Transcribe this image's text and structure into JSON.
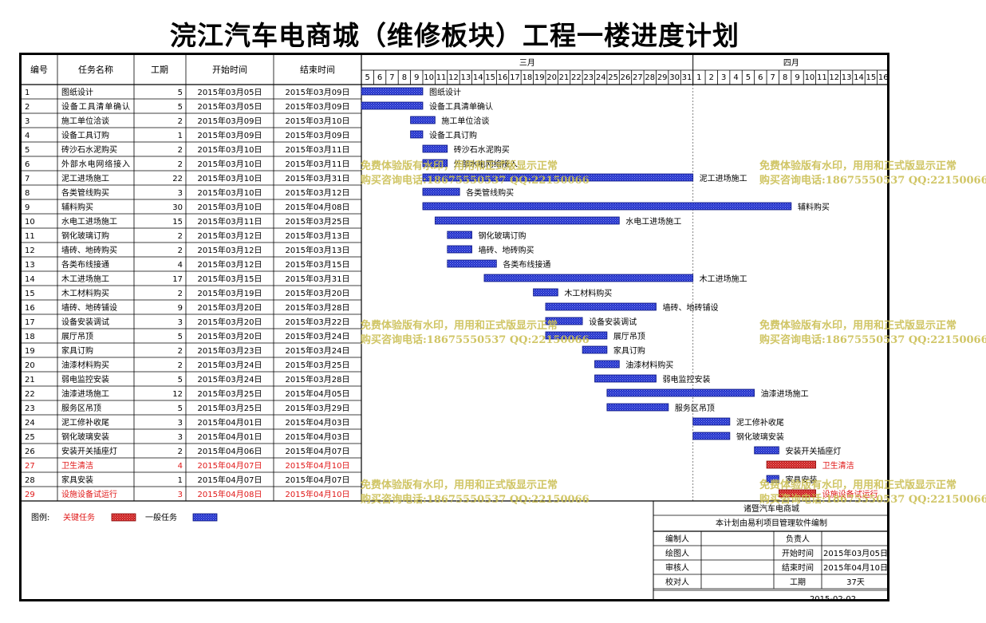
{
  "title": "浣江汽车电商城（维修板块）工程一楼进度计划",
  "chart_data": {
    "type": "gantt",
    "columns": [
      "编号",
      "任务名称",
      "工期",
      "开始时间",
      "结束时间"
    ],
    "months": [
      {
        "label": "三月",
        "days": [
          "5",
          "6",
          "7",
          "8",
          "9",
          "10",
          "11",
          "12",
          "13",
          "14",
          "15",
          "16",
          "17",
          "18",
          "19",
          "20",
          "21",
          "22",
          "23",
          "24",
          "25",
          "26",
          "27",
          "28",
          "29",
          "30",
          "31"
        ]
      },
      {
        "label": "四月",
        "days": [
          "1",
          "2",
          "3",
          "4",
          "5",
          "6",
          "7",
          "8",
          "9",
          "10",
          "11",
          "12",
          "13",
          "14",
          "15",
          "16"
        ]
      }
    ],
    "x_start": "2015-03-05",
    "x_end": "2015-04-16",
    "tasks": [
      {
        "id": "1",
        "name": "图纸设计",
        "duration": "5",
        "start": "2015年03月05日",
        "end": "2015年03月09日",
        "s": "2015-03-05",
        "e": "2015-03-09",
        "critical": false
      },
      {
        "id": "2",
        "name": "设备工具清单确认",
        "duration": "5",
        "start": "2015年03月05日",
        "end": "2015年03月09日",
        "s": "2015-03-05",
        "e": "2015-03-09",
        "critical": false
      },
      {
        "id": "3",
        "name": "施工单位洽谈",
        "duration": "2",
        "start": "2015年03月09日",
        "end": "2015年03月10日",
        "s": "2015-03-09",
        "e": "2015-03-10",
        "critical": false
      },
      {
        "id": "4",
        "name": "设备工具订购",
        "duration": "1",
        "start": "2015年03月09日",
        "end": "2015年03月09日",
        "s": "2015-03-09",
        "e": "2015-03-09",
        "critical": false
      },
      {
        "id": "5",
        "name": "砖沙石水泥购买",
        "duration": "2",
        "start": "2015年03月10日",
        "end": "2015年03月11日",
        "s": "2015-03-10",
        "e": "2015-03-11",
        "critical": false
      },
      {
        "id": "6",
        "name": "外部水电网络接入",
        "duration": "2",
        "start": "2015年03月10日",
        "end": "2015年03月11日",
        "s": "2015-03-10",
        "e": "2015-03-11",
        "critical": false
      },
      {
        "id": "7",
        "name": "泥工进场施工",
        "duration": "22",
        "start": "2015年03月10日",
        "end": "2015年03月31日",
        "s": "2015-03-10",
        "e": "2015-03-31",
        "critical": false
      },
      {
        "id": "8",
        "name": "各类管线购买",
        "duration": "3",
        "start": "2015年03月10日",
        "end": "2015年03月12日",
        "s": "2015-03-10",
        "e": "2015-03-12",
        "critical": false
      },
      {
        "id": "9",
        "name": "辅料购买",
        "duration": "30",
        "start": "2015年03月10日",
        "end": "2015年04月08日",
        "s": "2015-03-10",
        "e": "2015-04-08",
        "critical": false
      },
      {
        "id": "10",
        "name": "水电工进场施工",
        "duration": "15",
        "start": "2015年03月11日",
        "end": "2015年03月25日",
        "s": "2015-03-11",
        "e": "2015-03-25",
        "critical": false
      },
      {
        "id": "11",
        "name": "钢化玻璃订购",
        "duration": "2",
        "start": "2015年03月12日",
        "end": "2015年03月13日",
        "s": "2015-03-12",
        "e": "2015-03-13",
        "critical": false
      },
      {
        "id": "12",
        "name": "墙砖、地砖购买",
        "duration": "2",
        "start": "2015年03月12日",
        "end": "2015年03月13日",
        "s": "2015-03-12",
        "e": "2015-03-13",
        "critical": false
      },
      {
        "id": "13",
        "name": "各类布线接通",
        "duration": "4",
        "start": "2015年03月12日",
        "end": "2015年03月15日",
        "s": "2015-03-12",
        "e": "2015-03-15",
        "critical": false
      },
      {
        "id": "14",
        "name": "木工进场施工",
        "duration": "17",
        "start": "2015年03月15日",
        "end": "2015年03月31日",
        "s": "2015-03-15",
        "e": "2015-03-31",
        "critical": false
      },
      {
        "id": "15",
        "name": "木工材料购买",
        "duration": "2",
        "start": "2015年03月19日",
        "end": "2015年03月20日",
        "s": "2015-03-19",
        "e": "2015-03-20",
        "critical": false
      },
      {
        "id": "16",
        "name": "墙砖、地砖铺设",
        "duration": "9",
        "start": "2015年03月20日",
        "end": "2015年03月28日",
        "s": "2015-03-20",
        "e": "2015-03-28",
        "critical": false
      },
      {
        "id": "17",
        "name": "设备安装调试",
        "duration": "3",
        "start": "2015年03月20日",
        "end": "2015年03月22日",
        "s": "2015-03-20",
        "e": "2015-03-22",
        "critical": false
      },
      {
        "id": "18",
        "name": "展厅吊顶",
        "duration": "5",
        "start": "2015年03月20日",
        "end": "2015年03月24日",
        "s": "2015-03-20",
        "e": "2015-03-24",
        "critical": false
      },
      {
        "id": "19",
        "name": "家具订购",
        "duration": "2",
        "start": "2015年03月23日",
        "end": "2015年03月24日",
        "s": "2015-03-23",
        "e": "2015-03-24",
        "critical": false
      },
      {
        "id": "20",
        "name": "油漆材料购买",
        "duration": "2",
        "start": "2015年03月24日",
        "end": "2015年03月25日",
        "s": "2015-03-24",
        "e": "2015-03-25",
        "critical": false
      },
      {
        "id": "21",
        "name": "弱电监控安装",
        "duration": "5",
        "start": "2015年03月24日",
        "end": "2015年03月28日",
        "s": "2015-03-24",
        "e": "2015-03-28",
        "critical": false
      },
      {
        "id": "22",
        "name": "油漆进场施工",
        "duration": "12",
        "start": "2015年03月25日",
        "end": "2015年04月05日",
        "s": "2015-03-25",
        "e": "2015-04-05",
        "critical": false
      },
      {
        "id": "23",
        "name": "服务区吊顶",
        "duration": "5",
        "start": "2015年03月25日",
        "end": "2015年03月29日",
        "s": "2015-03-25",
        "e": "2015-03-29",
        "critical": false
      },
      {
        "id": "24",
        "name": "泥工修补收尾",
        "duration": "3",
        "start": "2015年04月01日",
        "end": "2015年04月03日",
        "s": "2015-04-01",
        "e": "2015-04-03",
        "critical": false
      },
      {
        "id": "25",
        "name": "钢化玻璃安装",
        "duration": "3",
        "start": "2015年04月01日",
        "end": "2015年04月03日",
        "s": "2015-04-01",
        "e": "2015-04-03",
        "critical": false
      },
      {
        "id": "26",
        "name": "安装开关插座灯",
        "duration": "2",
        "start": "2015年04月06日",
        "end": "2015年04月07日",
        "s": "2015-04-06",
        "e": "2015-04-07",
        "critical": false
      },
      {
        "id": "27",
        "name": "卫生清洁",
        "duration": "4",
        "start": "2015年04月07日",
        "end": "2015年04月10日",
        "s": "2015-04-07",
        "e": "2015-04-10",
        "critical": true
      },
      {
        "id": "28",
        "name": "家具安装",
        "duration": "1",
        "start": "2015年04月07日",
        "end": "2015年04月07日",
        "s": "2015-04-07",
        "e": "2015-04-07",
        "critical": false
      },
      {
        "id": "29",
        "name": "设施设备试运行",
        "duration": "3",
        "start": "2015年04月08日",
        "end": "2015年04月10日",
        "s": "2015-04-08",
        "e": "2015-04-10",
        "critical": true
      }
    ],
    "legend": {
      "label": "图例:",
      "critical": "关键任务",
      "normal": "一般任务"
    },
    "info": {
      "company": "诸暨汽车电商城",
      "note": "本计划由易利项目管理软件编制",
      "rows": [
        [
          "编制人",
          "",
          "负责人",
          ""
        ],
        [
          "绘图人",
          "",
          "开始时间",
          "2015年03月05日"
        ],
        [
          "审核人",
          "",
          "结束时间",
          "2015年04月10日"
        ],
        [
          "校对人",
          "",
          "工期",
          "37天"
        ]
      ],
      "date": "2015-02-02"
    },
    "colors": {
      "normal": "#1f2fc8",
      "critical": "#d62222",
      "red_text": "#e01818",
      "watermark": "#cbbf54"
    }
  },
  "watermark": {
    "line1": "免费体验版有水印，用用和正式版显示正常",
    "line2": "购买咨询电话:18675550537 QQ:22150066"
  }
}
